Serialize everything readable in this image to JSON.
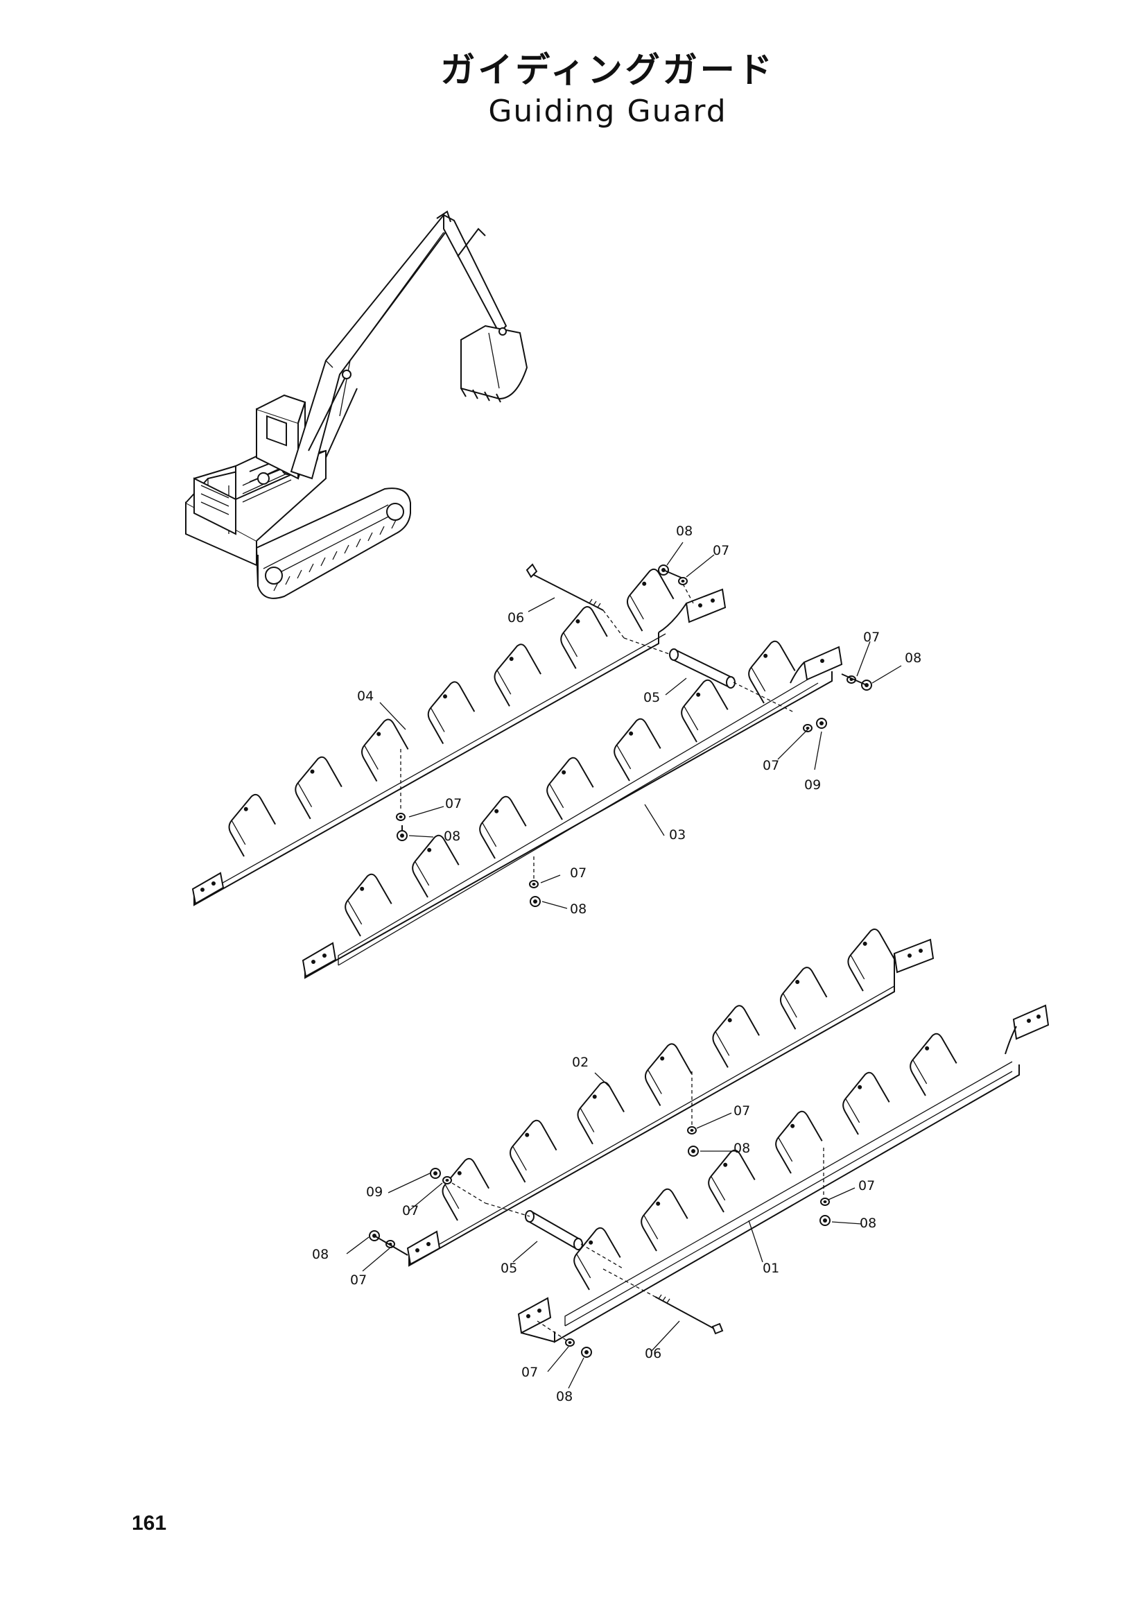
{
  "title": {
    "japanese": "ガイディングガード",
    "english": "Guiding Guard"
  },
  "page_number": "161",
  "callouts": {
    "c01": "01",
    "c02": "02",
    "c03": "03",
    "c04": "04",
    "c05a": "05",
    "c05b": "05",
    "c06a": "06",
    "c06b": "06",
    "c07a": "07",
    "c07b": "07",
    "c07c": "07",
    "c07d": "07",
    "c07e": "07",
    "c07f": "07",
    "c07g": "07",
    "c07h": "07",
    "c07i": "07",
    "c08a": "08",
    "c08b": "08",
    "c08c": "08",
    "c08d": "08",
    "c08e": "08",
    "c08f": "08",
    "c08g": "08",
    "c08h": "08",
    "c09a": "09",
    "c09b": "09"
  }
}
